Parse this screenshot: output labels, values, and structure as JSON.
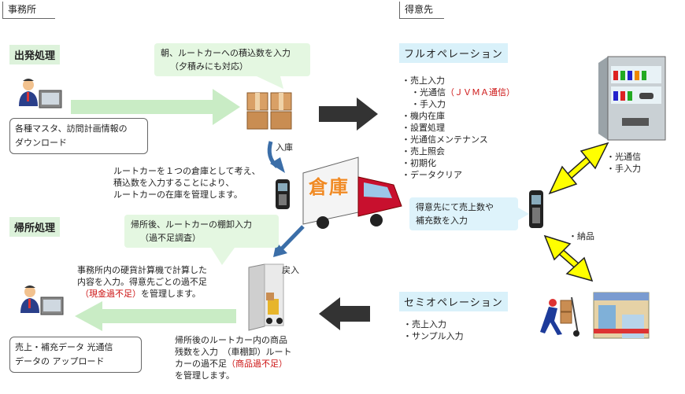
{
  "headers": {
    "office": "事務所",
    "customer": "得意先"
  },
  "departure": {
    "title": "出発処理",
    "task_box": [
      "各種マスタ、訪問計画情報の",
      "ダウンロード"
    ],
    "bubble": [
      "朝、ルートカーへの積込数を入力",
      "（夕積みにも対応）"
    ],
    "warehouse_in_label": "入庫",
    "route_note": [
      "ルートカーを１つの倉庫として考え、",
      "積込数を入力することにより、",
      "ルートカーの在庫を管理します。"
    ],
    "truck_label": "倉庫"
  },
  "return": {
    "title": "帰所処理",
    "bubble": [
      "帰所後、ルートカーの棚卸入力",
      "（過不足調査）"
    ],
    "return_label": "戻入",
    "office_note": [
      "事務所内の硬貨計算機で計算した",
      "内容を入力。得意先ごとの過不足",
      "（現金過不足）",
      "を管理します。"
    ],
    "residual_note": [
      "帰所後のルートカー内の商品",
      "残数を入力　（車棚卸）ルート",
      "カーの過不足",
      "（商品過不足）",
      "を管理します。"
    ],
    "task_box": [
      "売上・補充データ 光通信",
      "データの アップロード"
    ]
  },
  "full_operation": {
    "title": "フルオペレーション",
    "items": [
      {
        "text": "・売上入力",
        "indent": 0
      },
      {
        "text": "・光通信",
        "suffix": "（ＪＶＭＡ通信）",
        "indent": 1
      },
      {
        "text": "・手入力",
        "indent": 1
      },
      {
        "text": "・機内在庫",
        "indent": 0
      },
      {
        "text": "・設置処理",
        "indent": 0
      },
      {
        "text": "・光通信メンテナンス",
        "indent": 0
      },
      {
        "text": "・売上照会",
        "indent": 0
      },
      {
        "text": "・初期化",
        "indent": 0
      },
      {
        "text": "・データクリア",
        "indent": 0
      }
    ],
    "vending_labels": [
      "・光通信",
      "・手入力"
    ],
    "customer_bubble": [
      "得意先にて売上数や",
      "補充数を入力"
    ],
    "delivery_label": "・納品"
  },
  "semi_operation": {
    "title": "セミオペレーション",
    "items": [
      "・売上入力",
      "・サンプル入力"
    ]
  },
  "colors": {
    "green_section": "#ddf2db",
    "blue_section": "#d9f1fa",
    "red_text": "#cc1111",
    "yellow_arrow": "#ffff00",
    "dark_arrow": "#333333",
    "green_arrow": "#c8ecc4",
    "blue_arrow": "#3b6ea8"
  }
}
